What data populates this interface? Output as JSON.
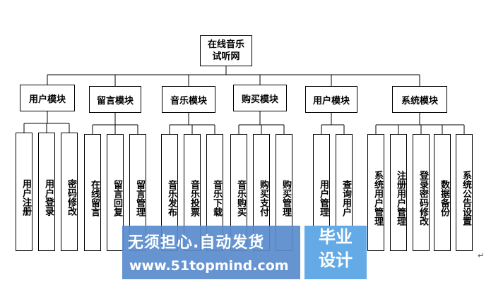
{
  "diagram": {
    "root": "在线音乐试听网",
    "modules": [
      {
        "label": "用户模块",
        "children": [
          "用户注册",
          "用户登录",
          "密码修改"
        ]
      },
      {
        "label": "留言模块",
        "children": [
          "在线留言",
          "留言回复",
          "留言管理"
        ]
      },
      {
        "label": "音乐模块",
        "children": [
          "音乐发布",
          "音乐投票",
          "音乐下载"
        ]
      },
      {
        "label": "购买模块",
        "children": [
          "音乐购买",
          "购买支付",
          "购买管理"
        ]
      },
      {
        "label": "用户模块",
        "children": [
          "用户管理",
          "查询用户"
        ]
      },
      {
        "label": "系统模块",
        "children": [
          "系统用户管理",
          "注册用户管理",
          "登录密码修改",
          "数据备份",
          "系统公告设置"
        ]
      }
    ]
  },
  "watermark": {
    "slogan": "无须担心.自动发货",
    "url": "www.51topmind.com",
    "brand_line1": "毕业",
    "brand_line2": "设计"
  },
  "colors": {
    "line": "#000000",
    "watermark_left": "#5a8ccd",
    "watermark_right": "#64aae6"
  },
  "paragraph_mark": "↵"
}
